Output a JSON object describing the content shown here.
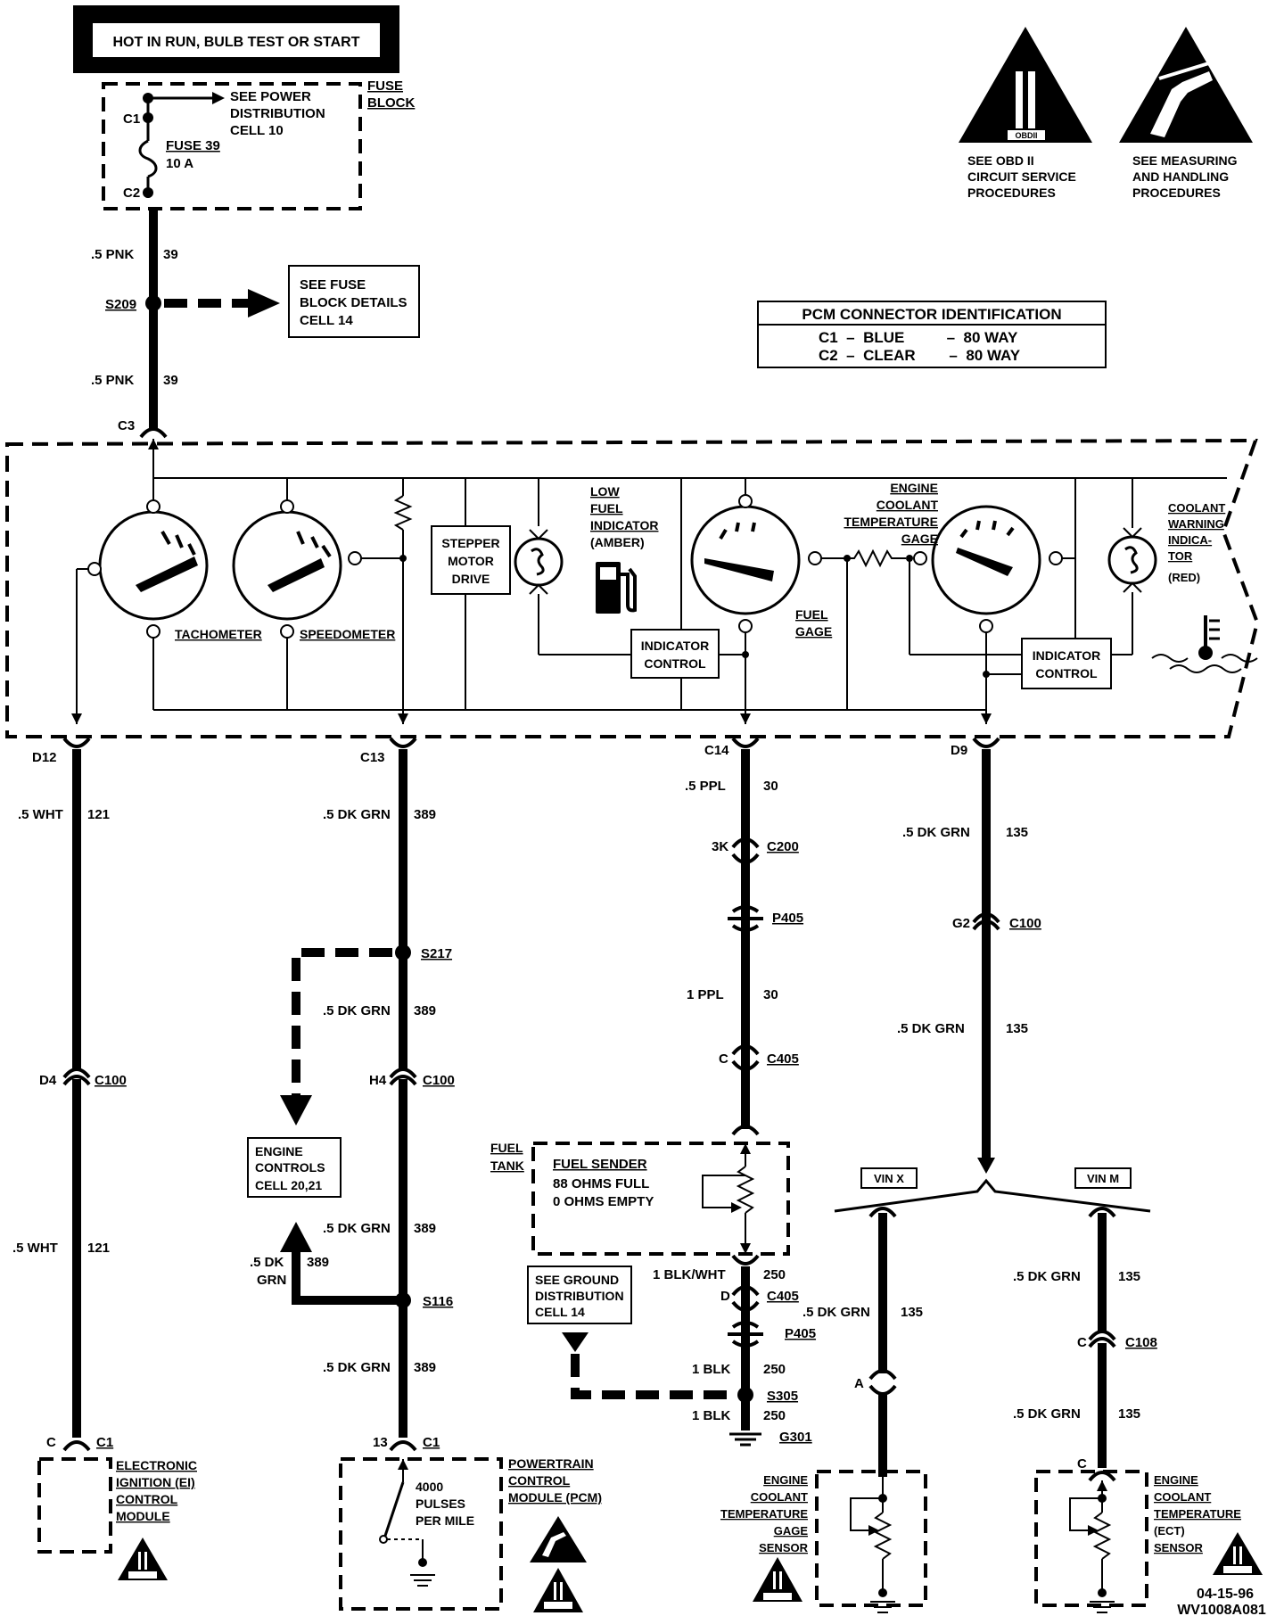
{
  "header": {
    "power_label": "HOT IN RUN, BULB TEST OR START"
  },
  "fuse_block": {
    "title_line1": "FUSE",
    "title_line2": "BLOCK",
    "c1": "C1",
    "c2": "C2",
    "fuse_name": "FUSE 39",
    "fuse_rating": "10 A",
    "ref_line1": "SEE POWER",
    "ref_line2": "DISTRIBUTION",
    "ref_line3": "CELL 10"
  },
  "symbols": {
    "obd_line1": "SEE OBD II",
    "obd_line2": "CIRCUIT SERVICE",
    "obd_line3": "PROCEDURES",
    "obd_badge": "OBDII",
    "esd_line1": "SEE MEASURING",
    "esd_line2": "AND HANDLING",
    "esd_line3": "PROCEDURES",
    "small_badge": "OBD II"
  },
  "pcm_id": {
    "title": "PCM CONNECTOR IDENTIFICATION",
    "row1": "C1  –  BLUE          –  80 WAY",
    "row2": "C2  –  CLEAR        –  80 WAY"
  },
  "feed": {
    "wire_upper": ".5  PNK",
    "circuit_upper": "39",
    "splice": "S209",
    "wire_lower": ".5 PNK",
    "circuit_lower": "39",
    "connector": "C3",
    "ref_line1": "SEE FUSE",
    "ref_line2": "BLOCK DETAILS",
    "ref_line3": "CELL  14"
  },
  "cluster": {
    "tachometer": "TACHOMETER",
    "speedometer": "SPEEDOMETER",
    "stepper_line1": "STEPPER",
    "stepper_line2": "MOTOR",
    "stepper_line3": "DRIVE",
    "low_fuel_line1": "LOW",
    "low_fuel_line2": "FUEL",
    "low_fuel_line3": "INDICATOR",
    "low_fuel_line4": "(AMBER)",
    "indicator_control_line1": "INDICATOR",
    "indicator_control_line2": "CONTROL",
    "fuel_gage_line1": "FUEL",
    "fuel_gage_line2": "GAGE",
    "ect_gage_line1": "ENGINE",
    "ect_gage_line2": "COOLANT",
    "ect_gage_line3": "TEMPERATURE",
    "ect_gage_line4": "GAGE",
    "coolant_line1": "COOLANT",
    "coolant_line2": "WARNING",
    "coolant_line3": "INDICA-",
    "coolant_line4": "TOR",
    "coolant_line5": "(RED)"
  },
  "circuit_121": {
    "connector_top": "D12",
    "wire_top": ".5 WHT",
    "circuit_top": "121",
    "inline_pin": "D4",
    "inline_conn": "C100",
    "wire_bottom": ".5  WHT",
    "circuit_bottom": "121",
    "end_pin": "C",
    "end_conn": "C1",
    "module_line1": "ELECTRONIC",
    "module_line2": "IGNITION (EI)",
    "module_line3": "CONTROL",
    "module_line4": "MODULE"
  },
  "circuit_389": {
    "connector_top": "C13",
    "wire_1": ".5 DK GRN",
    "circuit_1": "389",
    "splice_top": "S217",
    "wire_2": ".5 DK GRN",
    "circuit_2": "389",
    "inline_pin": "H4",
    "inline_conn": "C100",
    "engine_controls_line1": "ENGINE",
    "engine_controls_line2": "CONTROLS",
    "engine_controls_line3": "CELL 20,21",
    "wire_3": ".5 DK GRN",
    "circuit_3": "389",
    "branch_wire_line1": ".5 DK",
    "branch_wire_line2": "GRN",
    "branch_circuit": "389",
    "splice_bottom": "S116",
    "wire_4": ".5 DK GRN",
    "circuit_4": "389",
    "end_pin": "13",
    "end_conn": "C1",
    "pulses_line1": "4000",
    "pulses_line2": "PULSES",
    "pulses_line3": "PER MILE",
    "pcm_line1": "POWERTRAIN",
    "pcm_line2": "CONTROL",
    "pcm_line3": "MODULE (PCM)"
  },
  "circuit_30": {
    "connector_top": "C14",
    "wire_1": ".5  PPL",
    "circuit_1": "30",
    "inline_pin": "3K",
    "inline_conn": "C200",
    "pass_through": "P405",
    "wire_2": "1  PPL",
    "circuit_2": "30",
    "c405_pin": "C",
    "c405_conn": "C405",
    "tank_line1": "FUEL",
    "tank_line2": "TANK",
    "sender_title": "FUEL  SENDER",
    "sender_line2": "88  OHMS  FULL",
    "sender_line3": "0  OHMS  EMPTY",
    "wire_3": "1  BLK/WHT",
    "circuit_3": "250",
    "d405_pin": "D",
    "d405_conn": "C405",
    "pass_through_2": "P405",
    "ground_ref_line1": "SEE  GROUND",
    "ground_ref_line2": "DISTRIBUTION",
    "ground_ref_line3": "CELL  14",
    "wire_4": "1  BLK",
    "circuit_4": "250",
    "splice": "S305",
    "wire_5": "1  BLK",
    "circuit_5": "250",
    "ground": "G301"
  },
  "circuit_135": {
    "connector_top": "D9",
    "wire_1": ".5 DK  GRN",
    "circuit_1": "135",
    "inline_pin": "G2",
    "inline_conn": "C100",
    "wire_2": ".5  DK  GRN",
    "circuit_2": "135",
    "vin_x": "VIN  X",
    "vin_m": "VIN  M",
    "left_wire": ".5  DK  GRN",
    "left_circuit": "135",
    "left_pin": "A",
    "left_sensor_line1": "ENGINE",
    "left_sensor_line2": "COOLANT",
    "left_sensor_line3": "TEMPERATURE",
    "left_sensor_line4": "GAGE",
    "left_sensor_line5": "SENSOR",
    "right_wire_1": ".5  DK  GRN",
    "right_circuit_1": "135",
    "right_pin": "C",
    "right_conn": "C108",
    "right_wire_2": ".5  DK  GRN",
    "right_circuit_2": "135",
    "right_end_pin": "C",
    "right_sensor_line1": "ENGINE",
    "right_sensor_line2": "COOLANT",
    "right_sensor_line3": "TEMPERATURE",
    "right_sensor_line4": "(ECT)",
    "right_sensor_line5": "SENSOR"
  },
  "footer": {
    "date": "04-15-96",
    "code": "WV1008A081"
  }
}
